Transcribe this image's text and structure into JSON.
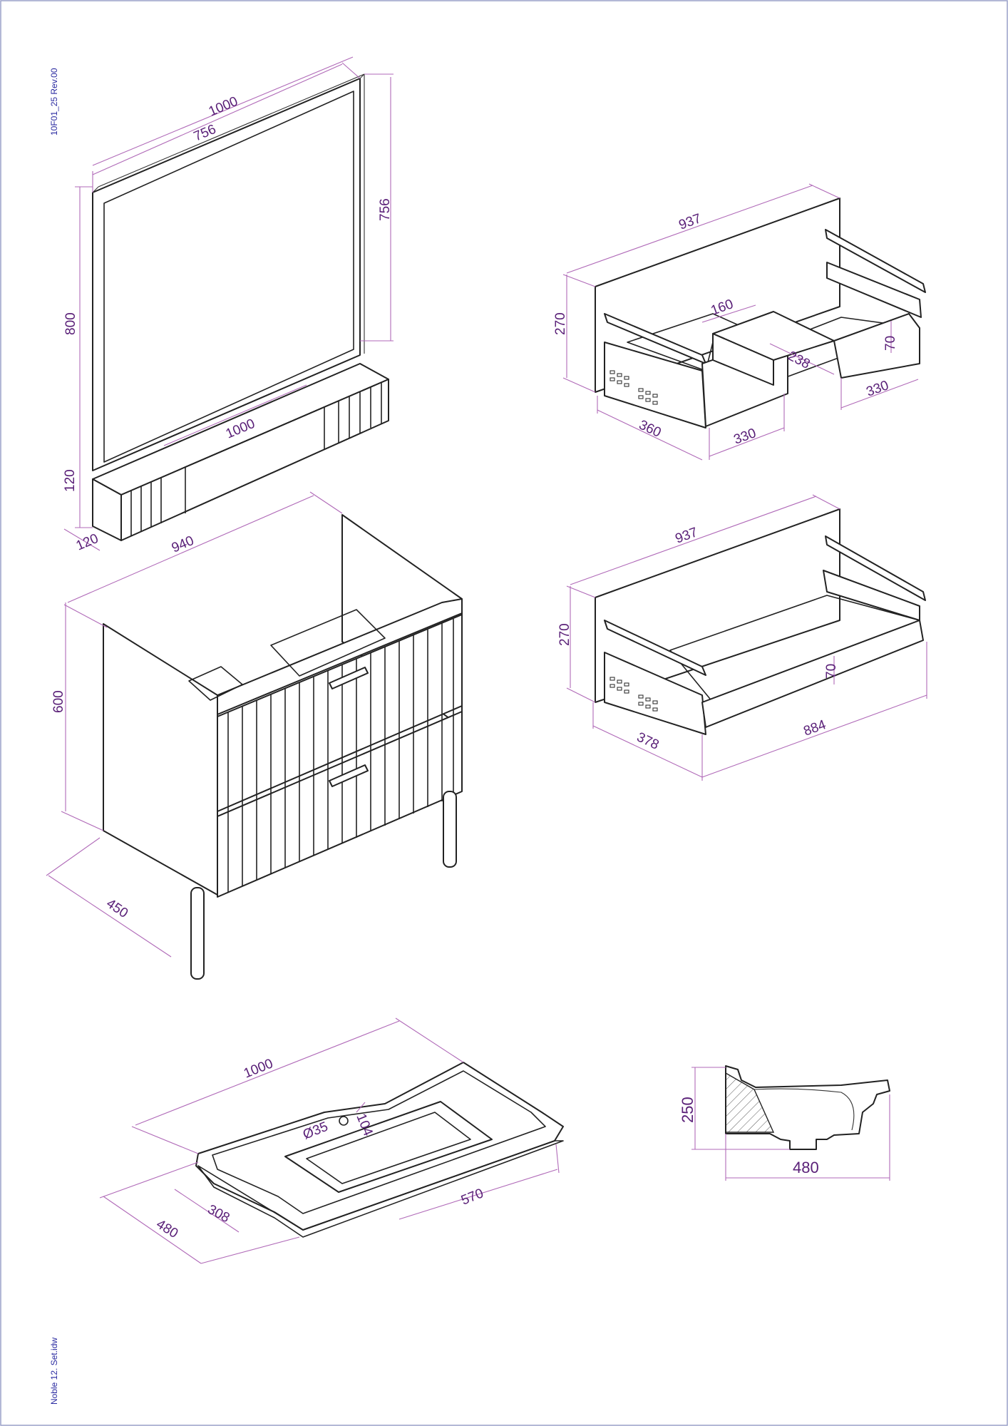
{
  "meta": {
    "top_code": "10F01_25  Rev.00",
    "bottom_file": "Noble 12. Set.idw",
    "accent_color": "#b06ab8",
    "text_color": "#5a2078"
  },
  "mirror": {
    "dim_width": "1000",
    "dim_inner_width": "756",
    "dim_inner_height": "756",
    "dim_height": "800",
    "dim_shelf_width": "1000",
    "dim_shelf_height": "120",
    "dim_shelf_depth": "120"
  },
  "cabinet": {
    "dim_width": "940",
    "dim_height": "600",
    "dim_depth": "450"
  },
  "drawer_top": {
    "dim_width": "937",
    "dim_height": "270",
    "dim_notch_width": "160",
    "dim_notch_depth": "238",
    "dim_side_height": "70",
    "dim_right_width": "330",
    "dim_left_width": "330",
    "dim_depth": "360"
  },
  "drawer_bottom": {
    "dim_width": "937",
    "dim_height": "270",
    "dim_side_height": "70",
    "dim_depth": "378",
    "dim_inner_width": "884"
  },
  "basin": {
    "dim_width": "1000",
    "dim_tap_hole": "Ø35",
    "dim_tap_offset": "104",
    "dim_bowl_width": "570",
    "dim_bowl_depth": "308",
    "dim_depth": "480"
  },
  "basin_section": {
    "dim_height": "250",
    "dim_depth": "480"
  }
}
